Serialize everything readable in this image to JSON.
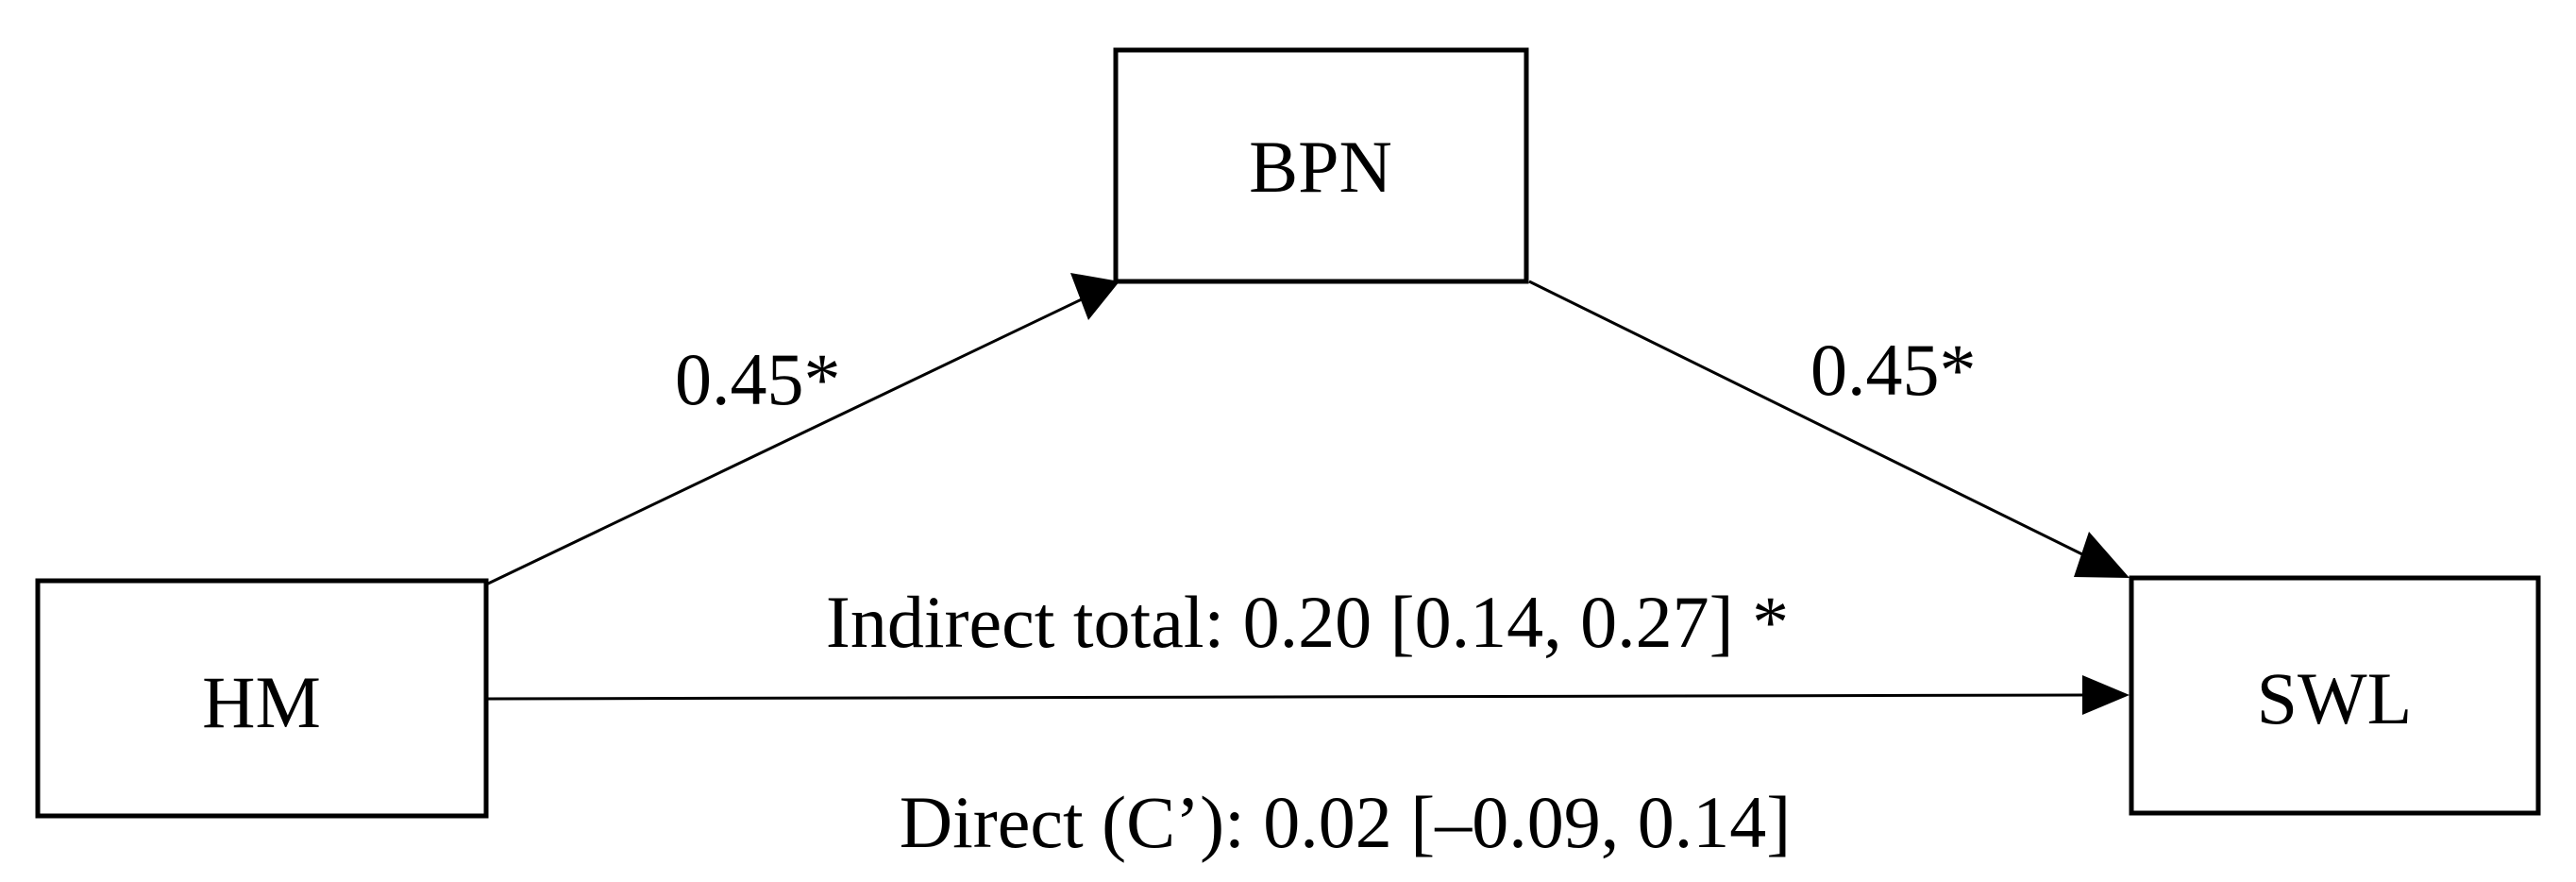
{
  "nodes": {
    "hm": {
      "label": "HM"
    },
    "bpn": {
      "label": "BPN"
    },
    "swl": {
      "label": "SWL"
    }
  },
  "edges": {
    "hm_to_bpn": {
      "label": "0.45*"
    },
    "bpn_to_swl": {
      "label": "0.45*"
    },
    "hm_to_swl": {
      "indirect_label": "Indirect total: 0.20 [0.14, 0.27] *",
      "direct_label": "Direct (C’): 0.02 [–0.09, 0.14]"
    }
  },
  "colors": {
    "stroke": "#000000",
    "background": "#ffffff"
  }
}
